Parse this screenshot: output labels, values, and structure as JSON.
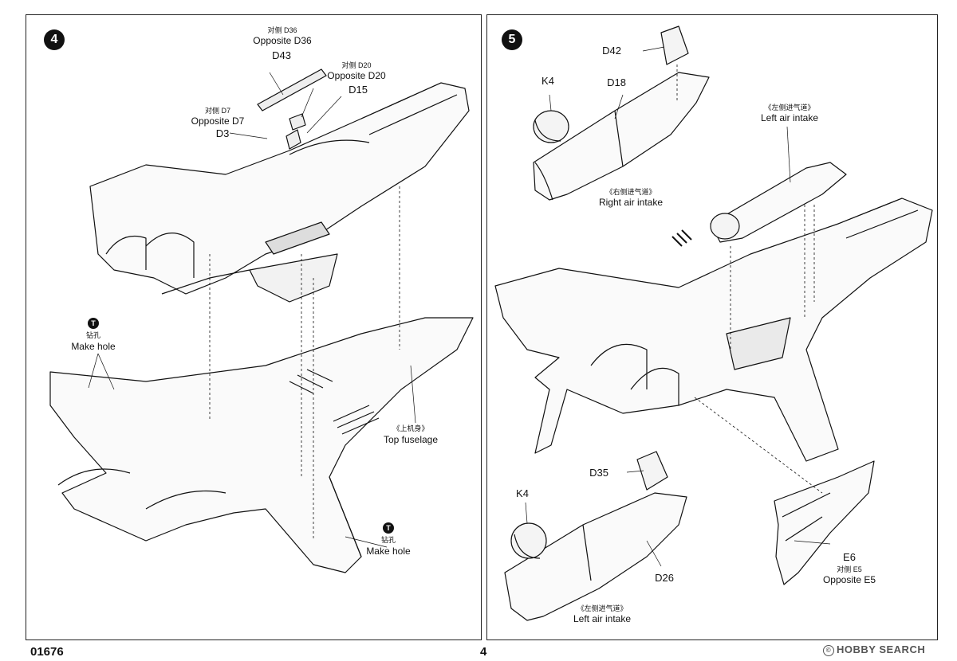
{
  "page": {
    "part_number": "01676",
    "page_number": "4"
  },
  "watermark": {
    "brand": "HOBBY SEARCH",
    "icon_char": "©"
  },
  "step4": {
    "number": "4",
    "labels": {
      "d36_cn": "对侧 D36",
      "d36_en": "Opposite D36",
      "d43": "D43",
      "d20_cn": "对侧 D20",
      "d20_en": "Opposite D20",
      "d15": "D15",
      "d7_cn": "对侧 D7",
      "d7_en": "Opposite D7",
      "d3": "D3",
      "top_fuselage_cn": "《上机身》",
      "top_fuselage_en": "Top  fuselage"
    },
    "drill1": {
      "icon_char": "T",
      "cn": "钻孔",
      "en": "Make hole"
    },
    "drill2": {
      "icon_char": "T",
      "cn": "钻孔",
      "en": "Make hole"
    }
  },
  "step5": {
    "number": "5",
    "labels": {
      "d42": "D42",
      "k4_top": "K4",
      "d18": "D18",
      "right_intake_cn": "《右侧进气道》",
      "right_intake_en": "Right air intake",
      "left_intake_top_cn": "《左侧进气道》",
      "left_intake_top_en": "Left air intake",
      "d35": "D35",
      "k4_bottom": "K4",
      "d26": "D26",
      "left_intake_bottom_cn": "《左侧进气道》",
      "left_intake_bottom_en": "Left air intake",
      "e6": "E6",
      "e5_cn": "对侧 E5",
      "e5_en": "Opposite E5"
    }
  }
}
